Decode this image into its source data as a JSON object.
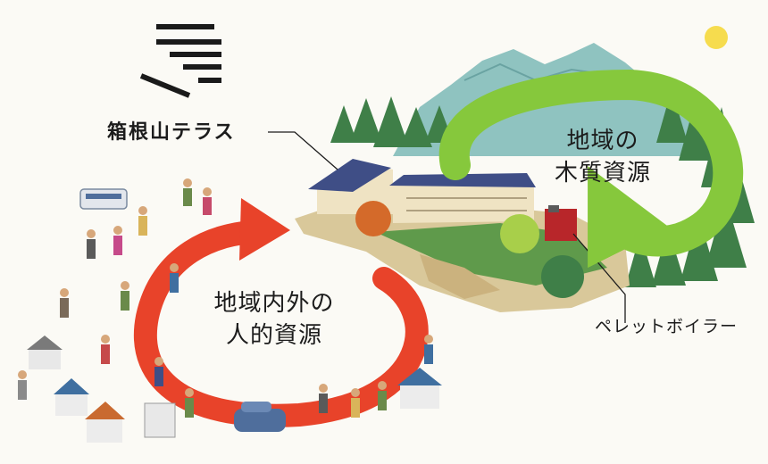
{
  "labels": {
    "facility": "箱根山テラス",
    "wood_resources_line1": "地域の",
    "wood_resources_line2": "木質資源",
    "human_resources_line1": "地域内外の",
    "human_resources_line2": "人的資源",
    "boiler": "ペレットボイラー"
  },
  "colors": {
    "human_cycle_arrow": "#e8432a",
    "wood_cycle_arrow": "#86c83c",
    "mountain": "#8fc3c0",
    "forest": "#3f7f48",
    "building_roof": "#3f4e86",
    "boiler": "#b8262a",
    "sun": "#f6dc4e"
  },
  "icons": {
    "logo": "hakoneyama-terrace-logo-icon",
    "sun": "sun-icon",
    "boiler": "pellet-boiler-icon"
  }
}
